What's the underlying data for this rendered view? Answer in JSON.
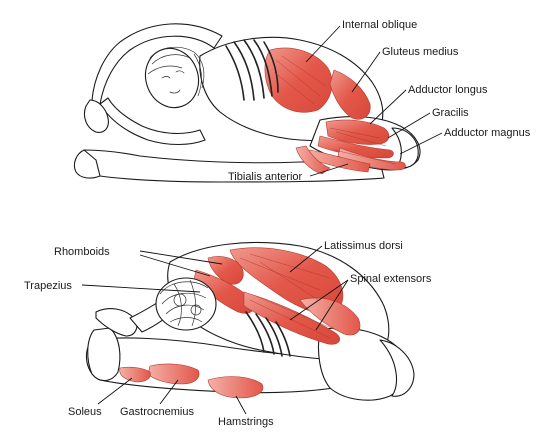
{
  "colors": {
    "muscle": "#e3584a",
    "muscle_light": "#f2a096",
    "outline": "#1b1b1b",
    "background": "#ffffff"
  },
  "top_figure": {
    "labels": {
      "internal_oblique": "Internal oblique",
      "gluteus_medius": "Gluteus medius",
      "adductor_longus": "Adductor longus",
      "gracilis": "Gracilis",
      "adductor_magnus": "Adductor magnus",
      "tibialis_anterior": "Tibialis anterior"
    }
  },
  "bottom_figure": {
    "labels": {
      "rhomboids": "Rhomboids",
      "trapezius": "Trapezius",
      "latissimus_dorsi": "Latissimus dorsi",
      "spinal_extensors": "Spinal extensors",
      "soleus": "Soleus",
      "gastrocnemius": "Gastrocnemius",
      "hamstrings": "Hamstrings"
    }
  }
}
